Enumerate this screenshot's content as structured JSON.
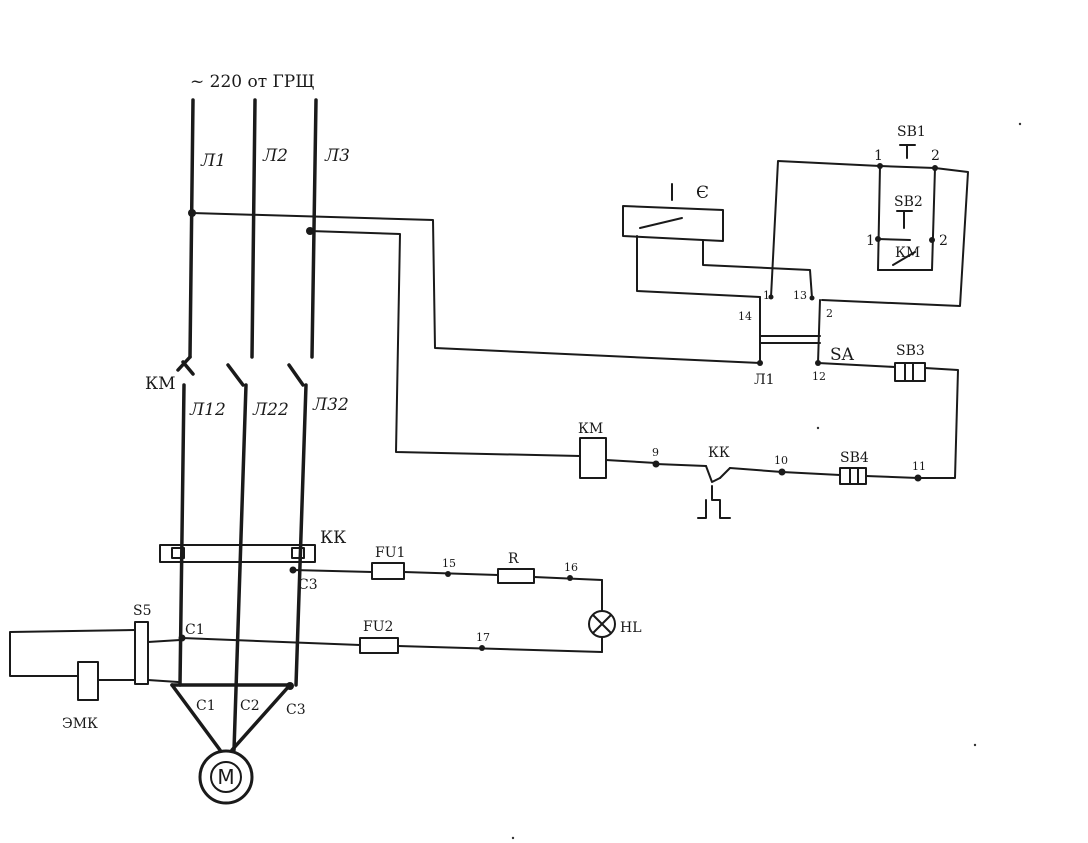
{
  "supply": "~ 220 от ГРЩ",
  "lines": {
    "l1": "Л1",
    "l2": "Л2",
    "l3": "Л3",
    "l12": "Л12",
    "l22": "Л22",
    "l32": "Л32",
    "sa_l1": "Л1"
  },
  "components": {
    "km_main": "КМ",
    "km_coil": "КМ",
    "km_aux": "КМ",
    "kk_relay": "КК",
    "kk_contact": "КК",
    "sb1": "SB1",
    "sb2": "SB2",
    "sb3": "SB3",
    "sb4": "SB4",
    "sa": "SA",
    "ec": "Є",
    "fu1": "FU1",
    "fu2": "FU2",
    "resistor": "R",
    "lamp": "HL",
    "s5": "S5",
    "brake": "ЭМК",
    "motor": "М"
  },
  "terminals": {
    "c1_top": "C1",
    "c3_top": "C3",
    "c1": "C1",
    "c2": "C2",
    "c3": "C3"
  },
  "nodes": {
    "n9": "9",
    "n10": "10",
    "n11": "11",
    "n12": "12",
    "n13": "13",
    "n14": "14",
    "n15": "15",
    "n16": "16",
    "n17": "17",
    "sa_1": "1",
    "sa_2": "2",
    "sb1_1": "1",
    "sb1_2": "2",
    "sb2_1": "1",
    "sb2_2": "2"
  }
}
